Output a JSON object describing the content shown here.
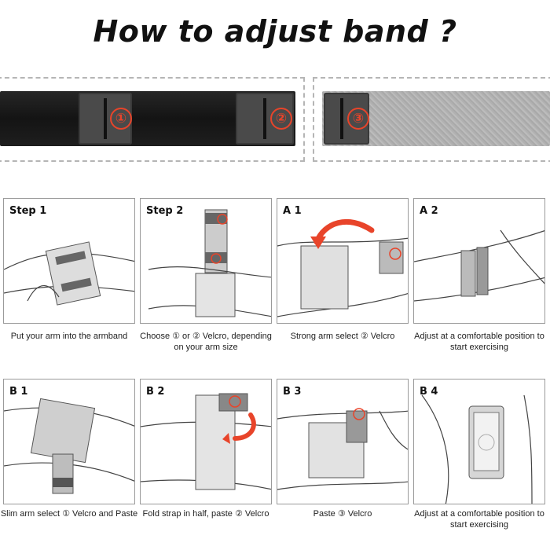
{
  "title": "How to adjust band ?",
  "band_markers": [
    "①",
    "②",
    "③"
  ],
  "rows": [
    {
      "panels": [
        {
          "label": "Step 1",
          "caption": "Put your arm into the armband"
        },
        {
          "label": "Step 2",
          "caption": "Choose ① or ② Velcro, depending on your arm size"
        },
        {
          "label": "A 1",
          "caption": "Strong arm select ② Velcro"
        },
        {
          "label": "A 2",
          "caption": "Adjust at a comfortable position to start exercising"
        }
      ]
    },
    {
      "panels": [
        {
          "label": "B 1",
          "caption": "Slim arm select ① Velcro and Paste"
        },
        {
          "label": "B 2",
          "caption": "Fold strap in half, paste ② Velcro"
        },
        {
          "label": "B 3",
          "caption": "Paste ③ Velcro"
        },
        {
          "label": "B 4",
          "caption": "Adjust at a comfortable position to start exercising"
        }
      ]
    }
  ],
  "colors": {
    "accent": "#e8442a",
    "band_black": "#1b1b1b",
    "band_grey": "#b2b2b2",
    "panel_border": "#9a9a9a"
  }
}
